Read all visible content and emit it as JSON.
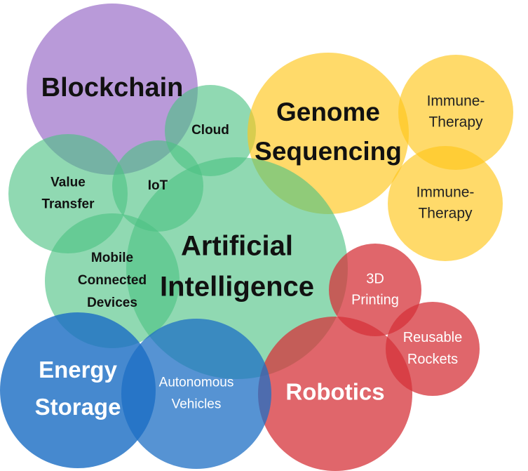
{
  "palette": {
    "purple": "#9b6fc9",
    "green": "#4cc282",
    "yellow": "#ffc61a",
    "red": "#d6333a",
    "blue": "#1d6fc4"
  },
  "circles": [
    {
      "id": "blockchain",
      "label": [
        "Blockchain"
      ],
      "color": "purple"
    },
    {
      "id": "cloud",
      "label": [
        "Cloud"
      ],
      "color": "green"
    },
    {
      "id": "value",
      "label": [
        "Value",
        "Transfer"
      ],
      "color": "green"
    },
    {
      "id": "iot",
      "label": [
        "IoT"
      ],
      "color": "green"
    },
    {
      "id": "genome",
      "label": [
        "Genome",
        "Sequencing"
      ],
      "color": "yellow"
    },
    {
      "id": "immune1",
      "label": [
        "Immune-",
        "Therapy"
      ],
      "color": "yellow"
    },
    {
      "id": "immune2",
      "label": [
        "Immune-",
        "Therapy"
      ],
      "color": "yellow"
    },
    {
      "id": "mobile",
      "label": [
        "Mobile",
        "Connected",
        "Devices"
      ],
      "color": "green"
    },
    {
      "id": "ai",
      "label": [
        "Artificial",
        "Intelligence"
      ],
      "color": "green"
    },
    {
      "id": "printing",
      "label": [
        "3D",
        "Printing"
      ],
      "color": "red"
    },
    {
      "id": "rockets",
      "label": [
        "Reusable",
        "Rockets"
      ],
      "color": "red"
    },
    {
      "id": "robotics",
      "label": [
        "Robotics"
      ],
      "color": "red"
    },
    {
      "id": "energy",
      "label": [
        "Energy",
        "Storage"
      ],
      "color": "blue"
    },
    {
      "id": "autonomous",
      "label": [
        "Autonomous",
        "Vehicles"
      ],
      "color": "blue"
    }
  ]
}
